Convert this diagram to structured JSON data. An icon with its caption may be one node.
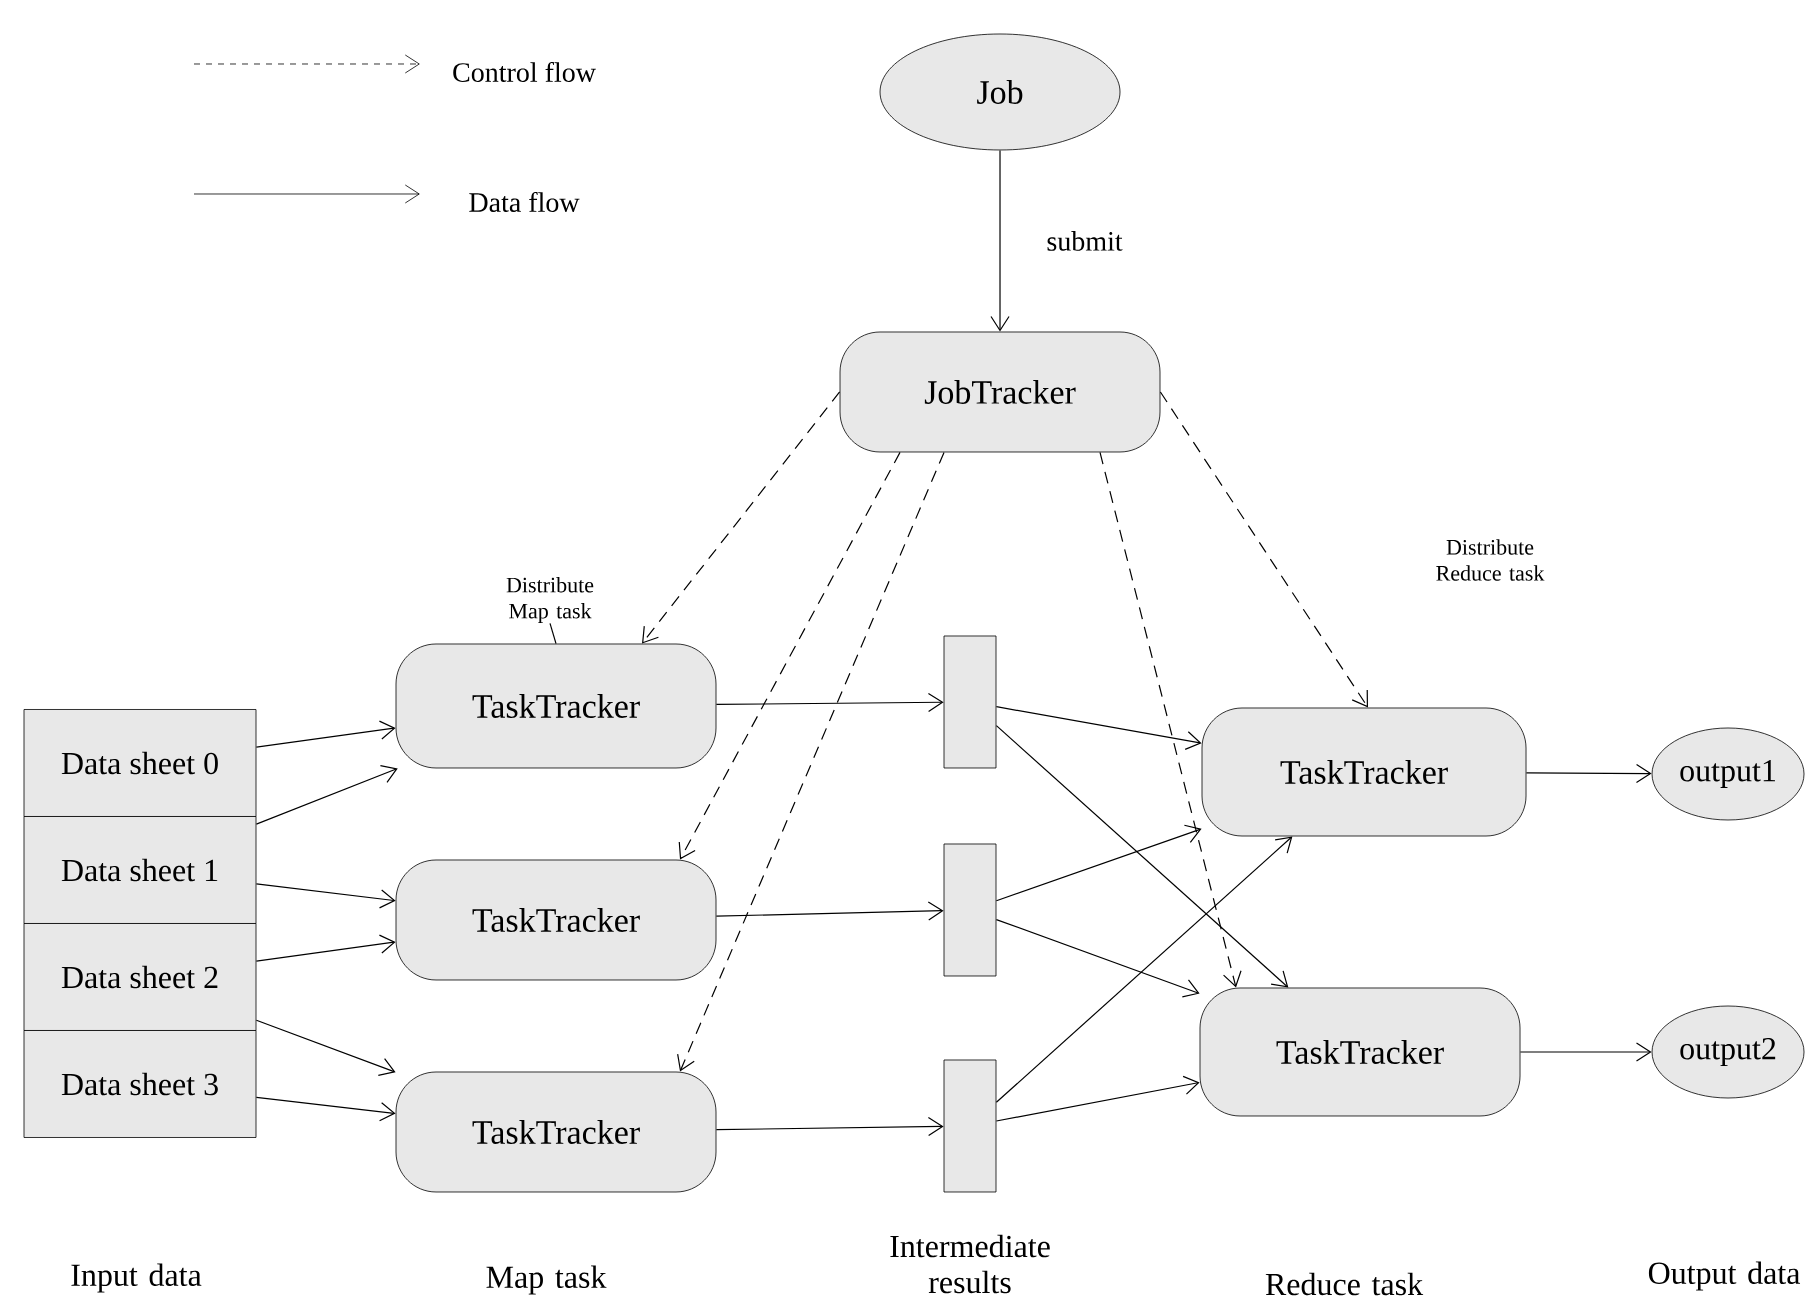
{
  "diagram": {
    "nodes": [
      {
        "text": [
          "Job"
        ]
      },
      {
        "text": [
          "JobTracker"
        ]
      },
      {
        "text": [
          "Data sheet 0"
        ]
      },
      {
        "text": [
          "Data sheet 1"
        ]
      },
      {
        "text": [
          "Data sheet 2"
        ]
      },
      {
        "text": [
          "Data sheet 3"
        ]
      },
      {
        "text": [
          "TaskTracker"
        ]
      },
      {
        "text": [
          "TaskTracker"
        ]
      },
      {
        "text": [
          "TaskTracker"
        ]
      },
      {
        "text": [],
        "shape": "box"
      },
      {
        "text": [],
        "shape": "box"
      },
      {
        "text": [],
        "shape": "box"
      },
      {
        "text": [
          "TaskTracker"
        ]
      },
      {
        "text": [
          "TaskTracker"
        ]
      },
      {
        "text": [
          "output1"
        ]
      },
      {
        "text": [
          "output2"
        ]
      },
      {
        "text": [
          "Distribute Map task"
        ]
      }
    ],
    "edges": [
      {
        "from": 0,
        "to": 1,
        "arrow": "to",
        "label": "submit"
      },
      {
        "from": 1,
        "to": 6,
        "arrow": "to",
        "style": "dashed"
      },
      {
        "from": 1,
        "to": 7,
        "arrow": "to",
        "style": "dashed"
      },
      {
        "from": 1,
        "to": 8,
        "arrow": "to",
        "style": "dashed"
      },
      {
        "from": 1,
        "to": 12,
        "arrow": "to",
        "style": "dashed"
      },
      {
        "from": 1,
        "to": 13,
        "arrow": "to",
        "style": "dashed"
      },
      {
        "from": 2,
        "to": 6,
        "arrow": "to"
      },
      {
        "from": 3,
        "to": 6,
        "arrow": "to"
      },
      {
        "from": 3,
        "to": 7,
        "arrow": "to"
      },
      {
        "from": 4,
        "to": 7,
        "arrow": "to"
      },
      {
        "from": 4,
        "to": 8,
        "arrow": "to"
      },
      {
        "from": 5,
        "to": 8,
        "arrow": "to"
      },
      {
        "from": 6,
        "to": 9,
        "arrow": "to"
      },
      {
        "from": 7,
        "to": 10,
        "arrow": "to"
      },
      {
        "from": 8,
        "to": 11,
        "arrow": "to"
      },
      {
        "from": 9,
        "to": 12,
        "arrow": "to"
      },
      {
        "from": 9,
        "to": 13,
        "arrow": "to"
      },
      {
        "from": 10,
        "to": 12,
        "arrow": "to"
      },
      {
        "from": 10,
        "to": 13,
        "arrow": "to"
      },
      {
        "from": 11,
        "to": 12,
        "arrow": "to"
      },
      {
        "from": 11,
        "to": 13,
        "arrow": "to"
      },
      {
        "from": 12,
        "to": 14,
        "arrow": "to"
      },
      {
        "from": 13,
        "to": 15,
        "arrow": "to"
      },
      {
        "from": 16,
        "to": 6,
        "arrow": "none"
      }
    ],
    "labels": [
      "Distribute Reduce task",
      "Input data",
      "Map task",
      "Intermediate results",
      "Reduce task",
      "Output data"
    ],
    "legend": [
      {
        "text": "Control flow"
      },
      {
        "text": "Data flow"
      }
    ]
  }
}
